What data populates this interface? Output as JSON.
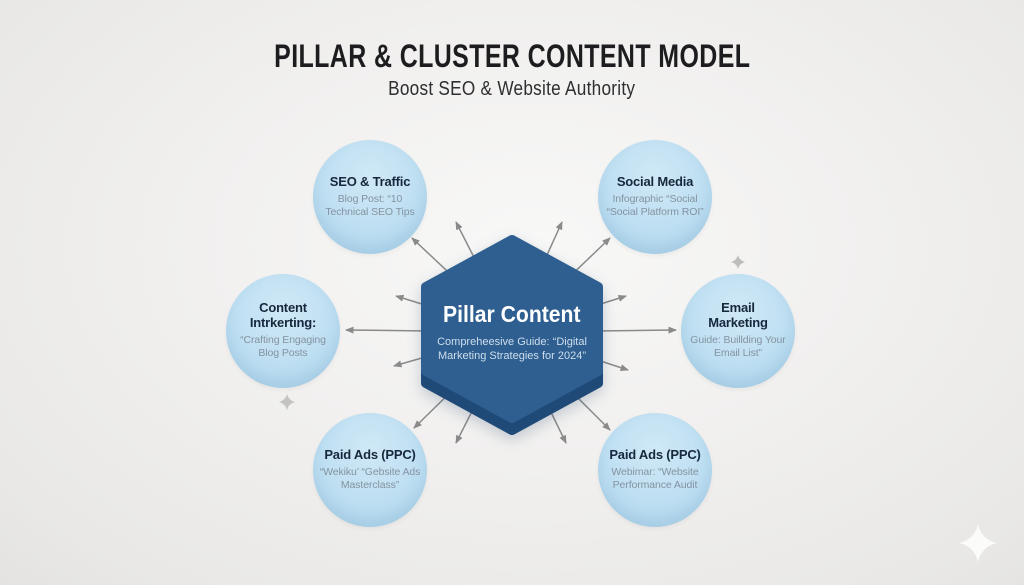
{
  "header": {
    "title": "PILLAR & CLUSTER CONTENT MODEL",
    "subtitle": "Boost SEO & Website Authority"
  },
  "pillar": {
    "title": "Pillar Content",
    "subtitle": "Compreheesive Guide: “Digital Marketing Strategies for 2024”"
  },
  "clusters": [
    {
      "id": "seo-traffic",
      "title": "SEO & Traffic",
      "body": "Blog Post: “10 Technical SEO Tips"
    },
    {
      "id": "social-media",
      "title": "Social Media",
      "body": "Infographic “Social “Social Platform ROI”"
    },
    {
      "id": "content-marketing",
      "title": "Content Intrkerting:",
      "body": "“Crafting Engaging Blog Posts"
    },
    {
      "id": "email-marketing",
      "title": "Email Marketing",
      "body": "Guide: Buillding Your Email List”"
    },
    {
      "id": "paid-ads-left",
      "title": "Paid Ads (PPC)",
      "body": "“Wekiku’ “Gebsite Ads Masterclass”"
    },
    {
      "id": "paid-ads-right",
      "title": "Paid Ads (PPC)",
      "body": "Webimar: “Website Performance Audit"
    }
  ],
  "colors": {
    "background": "#eeedec",
    "pillar_fill": "#2e5f90",
    "pillar_shadow": "#1f4a78",
    "cluster_fill": "#bedff2",
    "arrow": "#8a8a8a",
    "title_text": "#1d1d1f",
    "cluster_title_text": "#16283c",
    "cluster_body_text": "#8493a1"
  },
  "decorations": {
    "sparkle_count": 3
  }
}
